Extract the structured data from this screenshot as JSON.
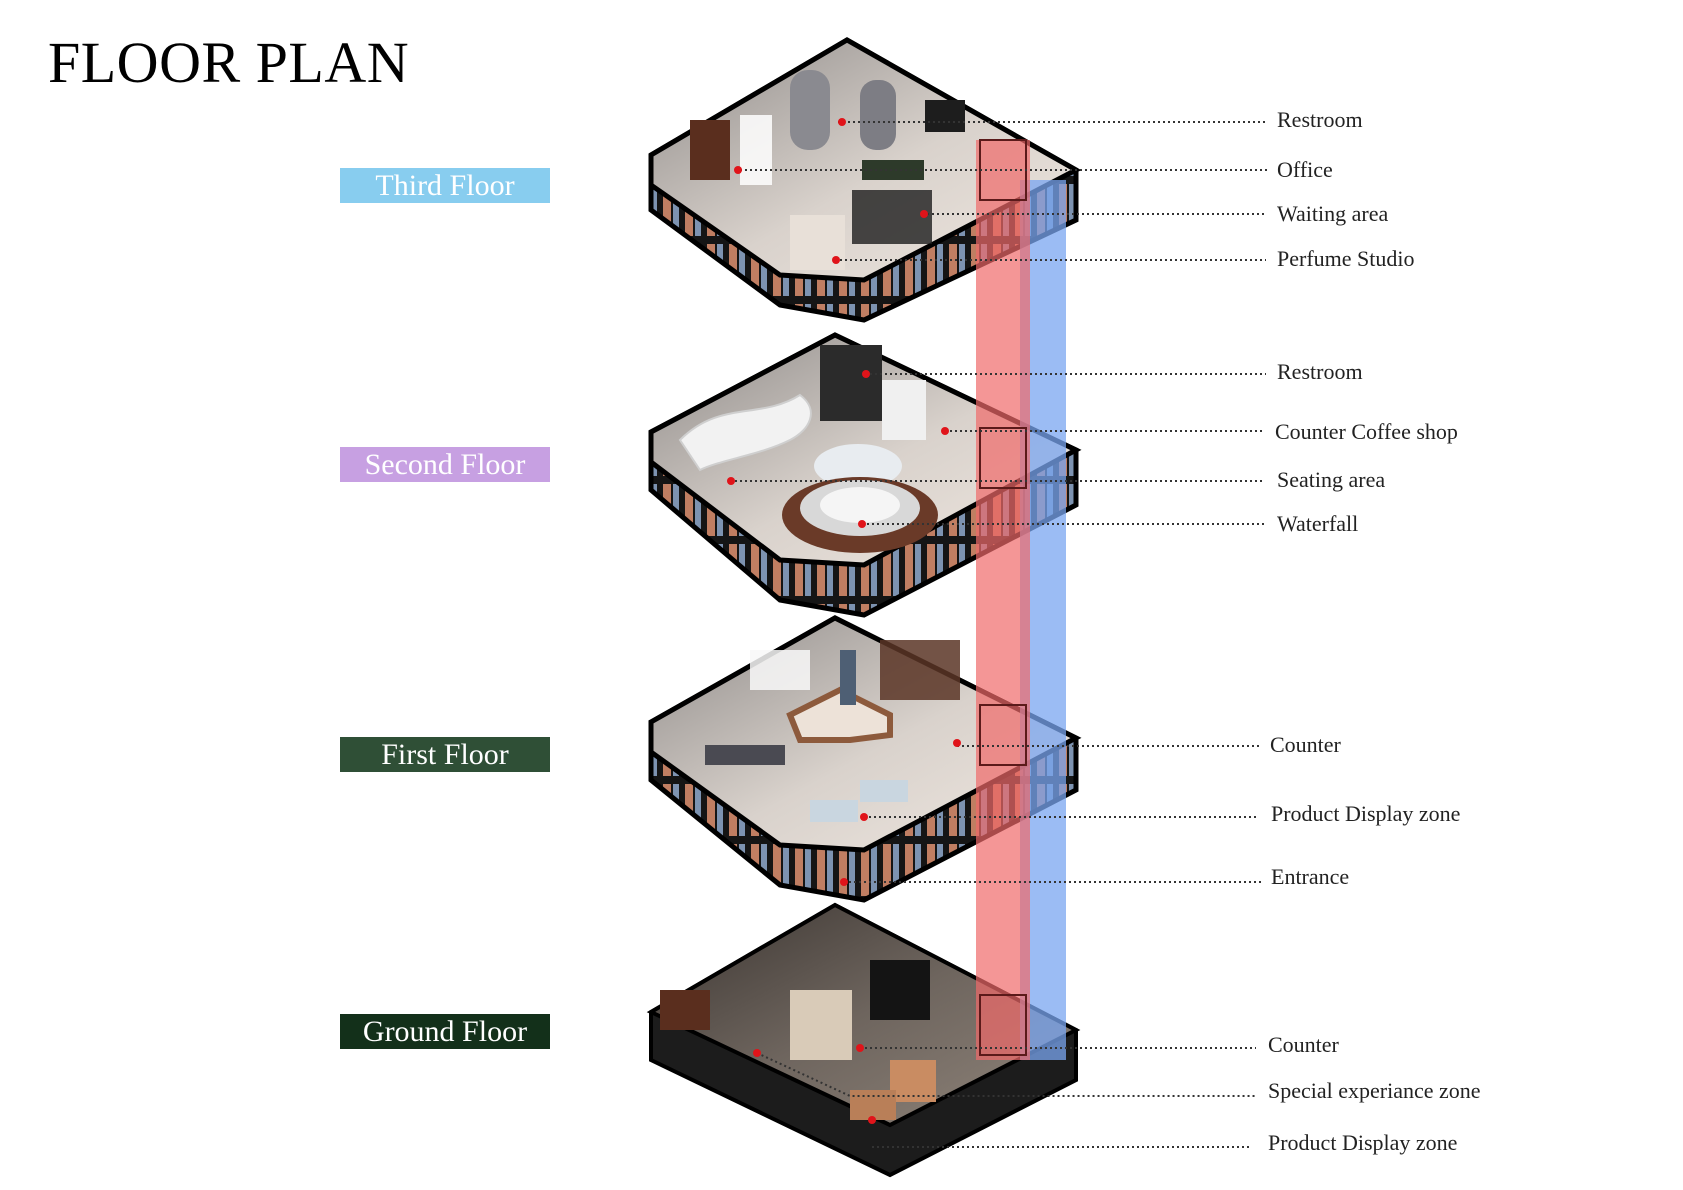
{
  "title": "FLOOR PLAN",
  "colors": {
    "third_floor": "#88cdef",
    "second_floor": "#c7a0e2",
    "first_floor": "#2f4f36",
    "ground_floor": "#13301a",
    "elevator_red": "#f06a6a",
    "elevator_blue": "#7aa6f0",
    "marker": "#e0141a"
  },
  "floors": [
    {
      "id": "third",
      "name": "Third Floor",
      "rooms": [
        "Restroom",
        "Office",
        "Waiting area",
        "Perfume Studio"
      ]
    },
    {
      "id": "second",
      "name": "Second Floor",
      "rooms": [
        "Restroom",
        "Counter Coffee shop",
        "Seating area",
        "Waterfall"
      ]
    },
    {
      "id": "first",
      "name": "First Floor",
      "rooms": [
        "Counter",
        "Product Display zone",
        "Entrance"
      ]
    },
    {
      "id": "ground",
      "name": "Ground Floor",
      "rooms": [
        "Counter",
        "Special experiance zone",
        "Product Display zone"
      ]
    }
  ]
}
